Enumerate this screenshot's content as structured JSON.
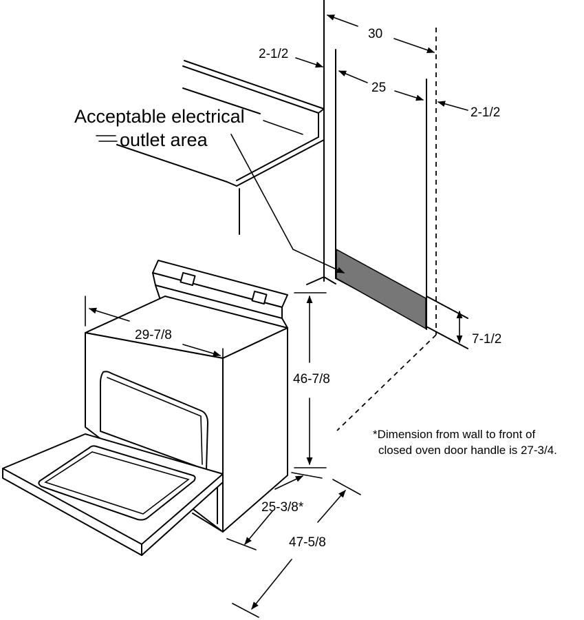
{
  "callout": {
    "line1": "Acceptable electrical",
    "line2": "outlet area"
  },
  "dimensions": {
    "cabinet_opening": "30",
    "range_width": "25",
    "left_gap": "2-1/2",
    "right_gap": "2-1/2",
    "outlet_height": "7-1/2",
    "cooktop_width": "29-7/8",
    "overall_height": "46-7/8",
    "depth_closed": "25-3/8*",
    "depth_open": "47-5/8"
  },
  "footnote": {
    "line1": "*Dimension from wall to front of",
    "line2": "closed oven door handle is 27-3/4."
  },
  "colors": {
    "outlet_area": "#777777",
    "line": "#000000",
    "background": "#ffffff"
  }
}
